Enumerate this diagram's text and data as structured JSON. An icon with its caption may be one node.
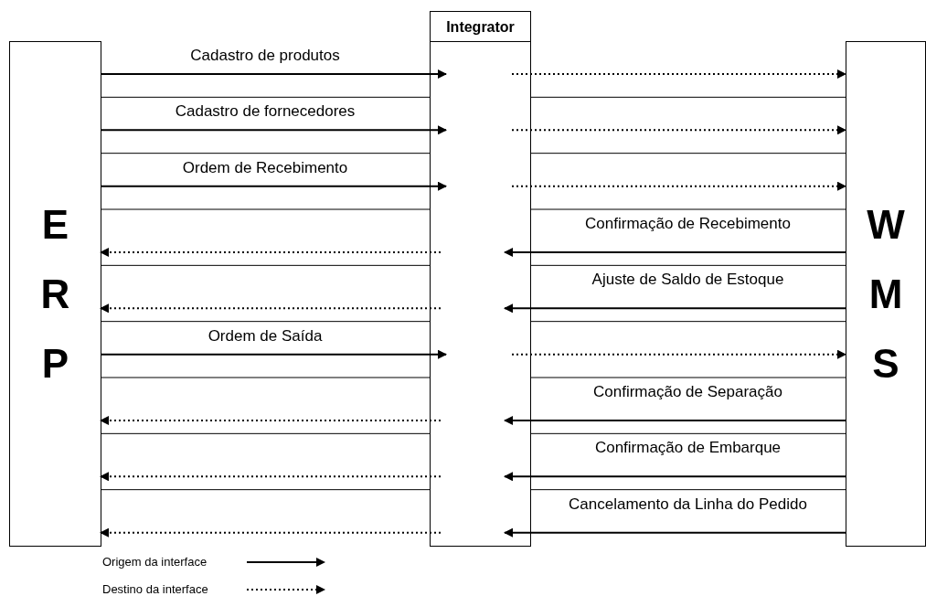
{
  "diagram": {
    "nodes": [
      {
        "text": [
          "ERP"
        ]
      },
      {
        "text": [
          "Integrator"
        ]
      },
      {
        "text": [
          "WMS"
        ]
      }
    ],
    "edges": [
      {
        "from": 0,
        "to": 1,
        "arrow": "to",
        "label": "Cadastro de produtos"
      },
      {
        "from": 1,
        "to": 2,
        "arrow": "to",
        "style": "dashed"
      },
      {
        "from": 0,
        "to": 1,
        "arrow": "to",
        "label": "Cadastro de fornecedores"
      },
      {
        "from": 1,
        "to": 2,
        "arrow": "to",
        "style": "dashed"
      },
      {
        "from": 0,
        "to": 1,
        "arrow": "to",
        "label": "Ordem de Recebimento"
      },
      {
        "from": 1,
        "to": 2,
        "arrow": "to",
        "style": "dashed"
      },
      {
        "from": 2,
        "to": 1,
        "arrow": "to",
        "label": "Confirmação de Recebimento"
      },
      {
        "from": 1,
        "to": 0,
        "arrow": "to",
        "style": "dashed"
      },
      {
        "from": 2,
        "to": 1,
        "arrow": "to",
        "label": "Ajuste de Saldo de Estoque"
      },
      {
        "from": 1,
        "to": 0,
        "arrow": "to",
        "style": "dashed"
      },
      {
        "from": 0,
        "to": 1,
        "arrow": "to",
        "label": "Ordem de Saída"
      },
      {
        "from": 1,
        "to": 2,
        "arrow": "to",
        "style": "dashed"
      },
      {
        "from": 2,
        "to": 1,
        "arrow": "to",
        "label": "Confirmação de Separação"
      },
      {
        "from": 1,
        "to": 0,
        "arrow": "to",
        "style": "dashed"
      },
      {
        "from": 2,
        "to": 1,
        "arrow": "to",
        "label": "Confirmação de Embarque"
      },
      {
        "from": 1,
        "to": 0,
        "arrow": "to",
        "style": "dashed"
      },
      {
        "from": 2,
        "to": 1,
        "arrow": "to",
        "label": "Cancelamento da Linha do Pedido"
      },
      {
        "from": 1,
        "to": 0,
        "arrow": "to",
        "style": "dashed"
      }
    ],
    "legend": [
      {
        "text": "Origem da interface"
      },
      {
        "text": "Destino da interface"
      }
    ]
  }
}
